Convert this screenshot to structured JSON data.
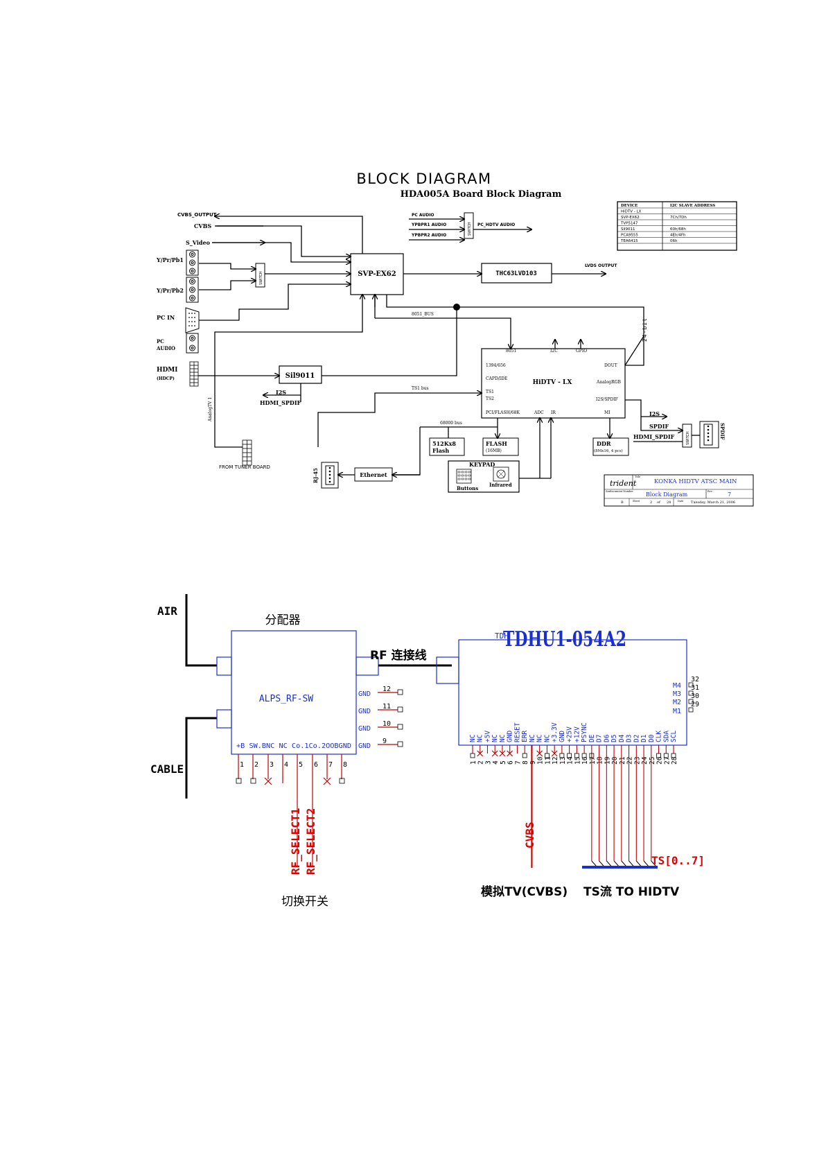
{
  "block_diagram": {
    "title": "BLOCK DIAGRAM",
    "subtitle": "HDA005A Board Block Diagram",
    "inputs": {
      "cvbs_output": "CVBS_OUTPUT",
      "cvbs": "CVBS",
      "s_video": "S_Video",
      "ypr1": "Y/Pr/Pb1",
      "ypr2": "Y/Pr/Pb2",
      "pc_in": "PC IN",
      "pc_audio_1": "PC",
      "pc_audio_2": "AUDIO",
      "hdmi": "HDMI",
      "hdcp": "(HDCP)",
      "analog_tv": "AnalogTV 1",
      "from_tuner": "FROM TUNER BOARD"
    },
    "audio": {
      "pc_audio": "PC AUDIO",
      "ypbpr1_audio": "YPBPR1 AUDIO",
      "ypbpr2_audio": "YPBPR2 AUDIO",
      "pc_hdtv_audio": "PC_HDTV AUDIO"
    },
    "blocks": {
      "svp": "SVP-EX62",
      "thc": "THC63LVD103",
      "lvds_output": "LVDS OUTPUT",
      "sil": "Sil9011",
      "hidtv": "HiDTV - LX",
      "switch": "SWITCH",
      "flash512_1": "512Kx8",
      "flash512_2": "Flash",
      "flash": "FLASH",
      "flash_size": "(16MB)",
      "ddr": "DDR",
      "ddr_size": "(8Mx16, 4 pcs)",
      "ethernet": "Ethernet",
      "rj45": "RJ-45",
      "keypad": "KEYPAD",
      "buttons": "Buttons",
      "infrared": "Infrared",
      "spdif_conn": "SPDIF"
    },
    "hidtv_pins": {
      "p8051": "8051",
      "i2c": "I2C",
      "gpio": "GPIO",
      "p1394": "1394/656",
      "capd": "CAPD/IDE",
      "ts1": "TS1",
      "ts2": "TS2",
      "pci": "PCI/FLASH/68K",
      "adc": "ADC",
      "ir": "IR",
      "dout": "DOUT",
      "analog_rgb": "AnalogRGB",
      "i2s_spdif": "I2S/SPDIF",
      "mi": "MI"
    },
    "signals": {
      "bus8051": "8051_BUS",
      "ts1bus": "TS1 bus",
      "bus68000": "68000 bus",
      "bit24": "24-bit",
      "i2s": "I2S",
      "hdmi_spdif": "HDMI_SPDIF",
      "i2s_r": "I2S",
      "spdif_r": "SPDIF",
      "hdmi_spdif_r": "HDMI_SPDIF"
    },
    "i2c_table": {
      "headers": [
        "DEVICE",
        "I2C SLAVE ADDRESS"
      ],
      "rows": [
        [
          "HiDTV - LX",
          ""
        ],
        [
          "SVP-EX62",
          "7Ch/7Dh"
        ],
        [
          "TVP5147",
          ""
        ],
        [
          "Sil9011",
          "60h/68h"
        ],
        [
          "PCA9555",
          "4Eh/4Fh"
        ],
        [
          "TEA6415",
          "06h"
        ]
      ]
    },
    "title_block": {
      "logo": "trident",
      "title": "KONKA HIDTV ATSC MAIN",
      "doc": "Block Diagram",
      "rev": "7",
      "size": "B",
      "sheet": "2",
      "of": "of",
      "total": "24",
      "date": "Tuesday, March 21, 2006",
      "lbl_title": "Title",
      "lbl_size": "Size",
      "lbl_doc": "Document Number",
      "lbl_rev": "Rev",
      "lbl_sheet": "Sheet",
      "lbl_date": "Date"
    }
  },
  "tuner_diagram": {
    "air": "AIR",
    "cable": "CABLE",
    "splitter_title": "分配器",
    "splitter_part": "ALPS_RF-SW",
    "splitter_pins": "+B SW.BNC  NC  Co.1Co.2OOBGND",
    "splitter_pin_numbers": [
      "1",
      "2",
      "3",
      "4",
      "5",
      "6",
      "7",
      "8"
    ],
    "gnd_labels": [
      "GND",
      "GND",
      "GND",
      "GND"
    ],
    "gnd_numbers": [
      "12",
      "11",
      "10",
      "9"
    ],
    "rf_link": "RF 连接线",
    "tuner_ref": "TDH",
    "tuner_part": "TDHU1-054A2",
    "right_pins": [
      "M4",
      "M3",
      "M2",
      "M1"
    ],
    "right_numbers": [
      "32",
      "31",
      "30",
      "29"
    ],
    "bottom_pins": [
      "NC",
      "NC",
      "+5V",
      "NC",
      "NC",
      "GND",
      "RESET",
      "ERR",
      "NC",
      "NC",
      "NC",
      "+3.3V",
      "GND",
      "+25V",
      "+12V",
      "PSYNC",
      "DE",
      "D7",
      "D6",
      "D5",
      "D4",
      "D3",
      "D2",
      "D1",
      "D0",
      "CLK",
      "SDA",
      "SCL"
    ],
    "bottom_numbers": [
      "1",
      "2",
      "3",
      "4",
      "5",
      "6",
      "7",
      "8",
      "9",
      "10",
      "11",
      "12",
      "13",
      "14",
      "15",
      "16",
      "17",
      "18",
      "19",
      "20",
      "21",
      "22",
      "23",
      "24",
      "25",
      "26",
      "27",
      "28"
    ],
    "rf_select1": "RF_SELECT1",
    "rf_select2": "RF_SELECT2",
    "cvbs": "CVBS",
    "ts_bus": "TS[0..7]",
    "switch_caption": "切换开关",
    "analog_caption": "模拟TV(CVBS)",
    "ts_caption": "TS流 TO HIDTV"
  }
}
